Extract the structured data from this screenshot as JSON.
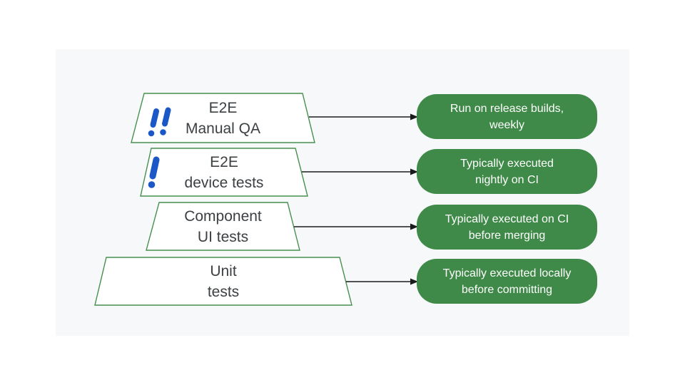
{
  "colors": {
    "page_bg": "#ffffff",
    "panel_bg": "#f7f8f9",
    "green": "#3f8a48",
    "trapezoid_border": "#45904f",
    "trapezoid_fill": "#ffffff",
    "label_text": "#3c4043",
    "note_text": "#ffffff",
    "arrow": "#1a1a1a",
    "priority_blue": "#1b57c7"
  },
  "diagram": {
    "levels": [
      {
        "icon": "double-exclamation-icon",
        "priority_marks": 2,
        "name_lines": [
          "E2E",
          "Manual QA"
        ],
        "note_lines": [
          "Run on release builds,",
          "weekly"
        ]
      },
      {
        "icon": "exclamation-icon",
        "priority_marks": 1,
        "name_lines": [
          "E2E",
          "device tests"
        ],
        "note_lines": [
          "Typically executed",
          "nightly on CI"
        ]
      },
      {
        "icon": null,
        "priority_marks": 0,
        "name_lines": [
          "Component",
          "UI tests"
        ],
        "note_lines": [
          "Typically executed on CI",
          "before merging"
        ]
      },
      {
        "icon": null,
        "priority_marks": 0,
        "name_lines": [
          "Unit",
          "tests"
        ],
        "note_lines": [
          "Typically executed locally",
          "before committing"
        ]
      }
    ]
  }
}
